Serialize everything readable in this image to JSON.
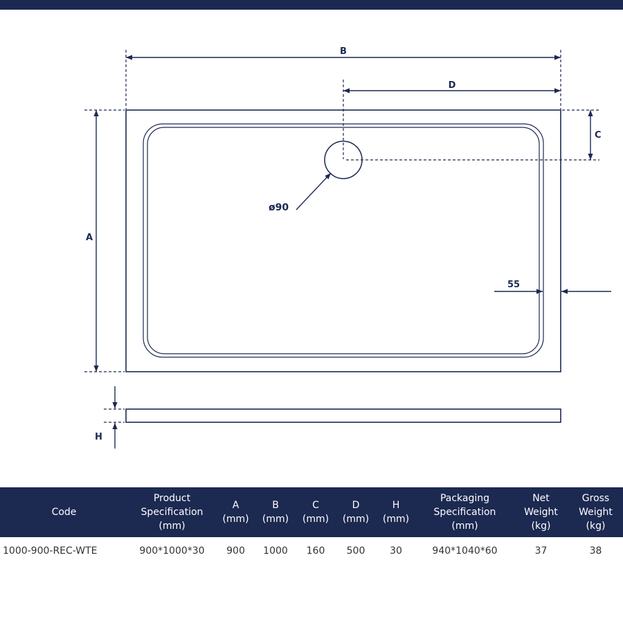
{
  "colors": {
    "navy": "#1c2951",
    "line": "#1c2951",
    "text": "#333333"
  },
  "diagram": {
    "labels": {
      "B": "B",
      "D": "D",
      "C": "C",
      "A": "A",
      "H": "H",
      "waste": "ø90",
      "edge": "55"
    }
  },
  "table": {
    "headers": [
      "Code",
      "Product\nSpecification\n(mm)",
      "A\n(mm)",
      "B\n(mm)",
      "C\n(mm)",
      "D\n(mm)",
      "H\n(mm)",
      "Packaging\nSpecification\n(mm)",
      "Net\nWeight\n(kg)",
      "Gross\nWeight\n(kg)"
    ],
    "rows": [
      [
        "1000-900-REC-WTE",
        "900*1000*30",
        "900",
        "1000",
        "160",
        "500",
        "30",
        "940*1040*60",
        "37",
        "38"
      ]
    ]
  }
}
